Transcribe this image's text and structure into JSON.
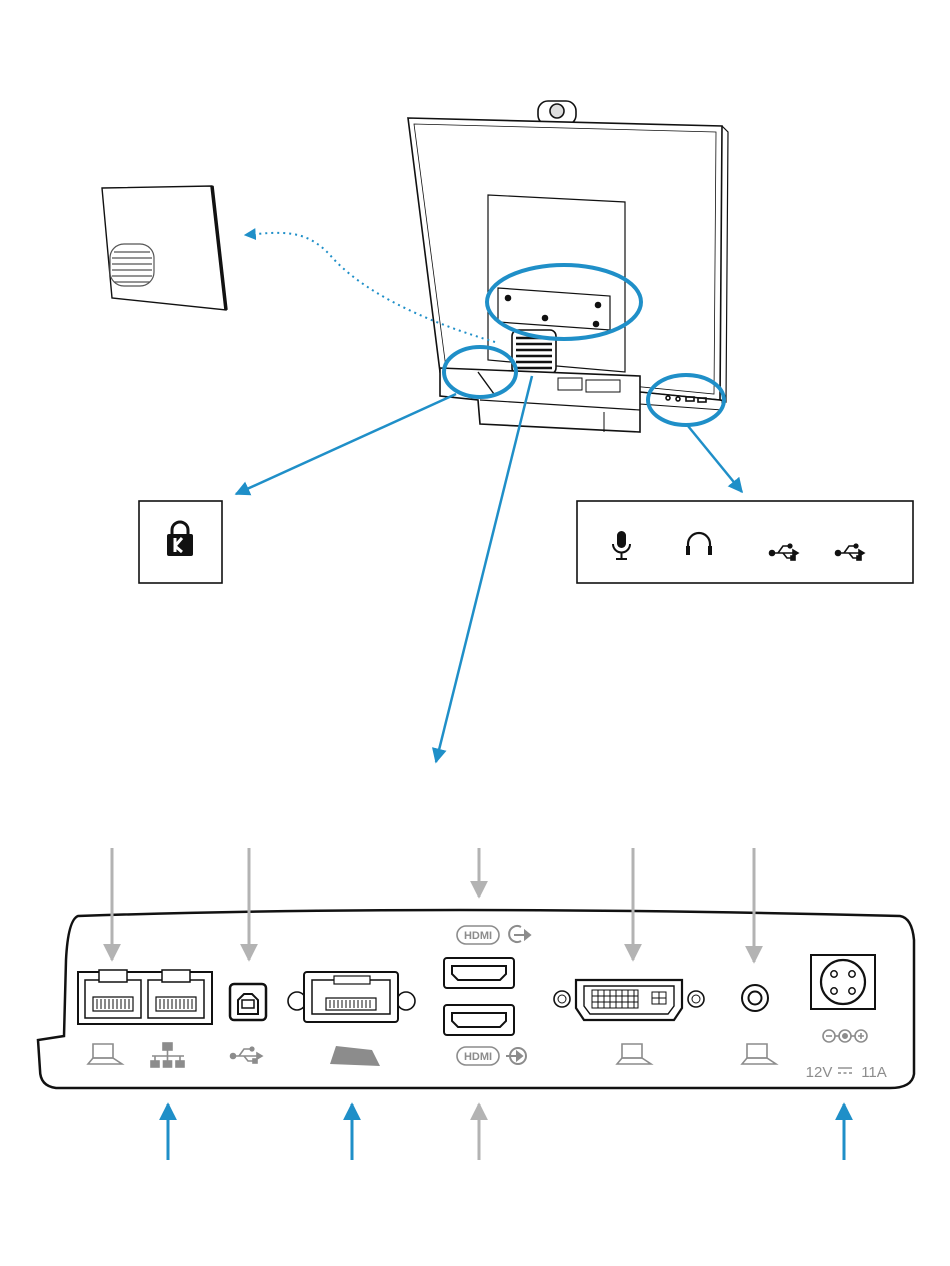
{
  "colors": {
    "accent": "#1f8fc8",
    "line": "#111111",
    "gray_arrow": "#b3b3b3",
    "label": "#8c8c8c"
  },
  "panels": {
    "lock": {
      "icon": "kensington-lock-icon"
    },
    "side_ports": {
      "icons": [
        "microphone-icon",
        "headphones-icon",
        "usb-icon",
        "usb-icon"
      ]
    }
  },
  "rear_panel": {
    "hdmi_out_label": "HDMI",
    "hdmi_in_label": "HDMI",
    "power_rating_voltage": "12V",
    "power_rating_current": "11A",
    "port_icons": [
      "laptop-icon",
      "network-icon",
      "usb-icon",
      "touch-panel-icon",
      "laptop-icon",
      "laptop-icon",
      "dc-polarity-icon"
    ]
  }
}
